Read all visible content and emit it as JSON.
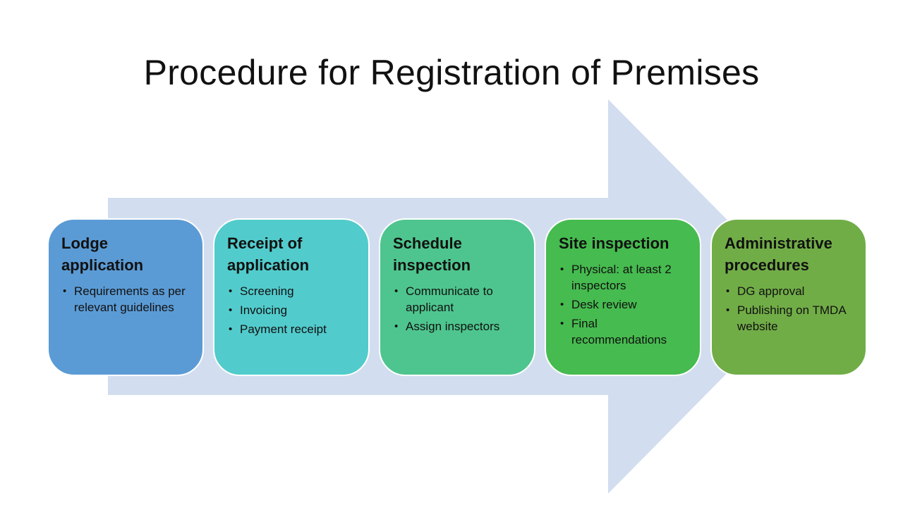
{
  "title": "Procedure for Registration of Premises",
  "colors": {
    "arrow": "#d2deef",
    "step_1": "#5b9bd5",
    "step_2": "#52cbcc",
    "step_3": "#4ec58e",
    "step_4": "#46bb4f",
    "step_5": "#71ad47"
  },
  "steps": [
    {
      "heading": "Lodge application",
      "items": [
        "Requirements as per relevant guidelines"
      ]
    },
    {
      "heading": "Receipt of application",
      "items": [
        "Screening",
        "Invoicing",
        "Payment receipt"
      ]
    },
    {
      "heading": "Schedule inspection",
      "items": [
        "Communicate to applicant",
        "Assign inspectors"
      ]
    },
    {
      "heading": "Site inspection",
      "items": [
        "Physical: at least 2 inspectors",
        "Desk review",
        "Final recommendations"
      ]
    },
    {
      "heading": "Administrative procedures",
      "items": [
        "DG approval",
        "Publishing on TMDA website"
      ]
    }
  ]
}
